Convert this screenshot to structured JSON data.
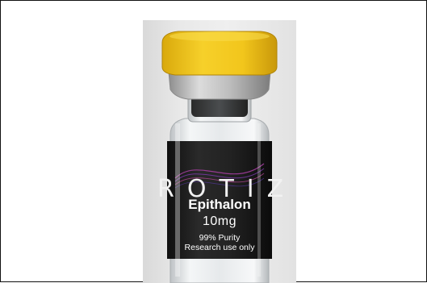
{
  "image": {
    "subject": "vial",
    "colors": {
      "cap": "#f2c61c",
      "crimp": "#b9b9b9",
      "label": "#1d1d1d",
      "label_text": "#ffffff",
      "background": "#e6e6e6"
    }
  },
  "label": {
    "brand": "ROTIZ",
    "product": "Epithalon",
    "dose": "10mg",
    "purity": "99% Purity",
    "disclaimer": "Research use only"
  }
}
